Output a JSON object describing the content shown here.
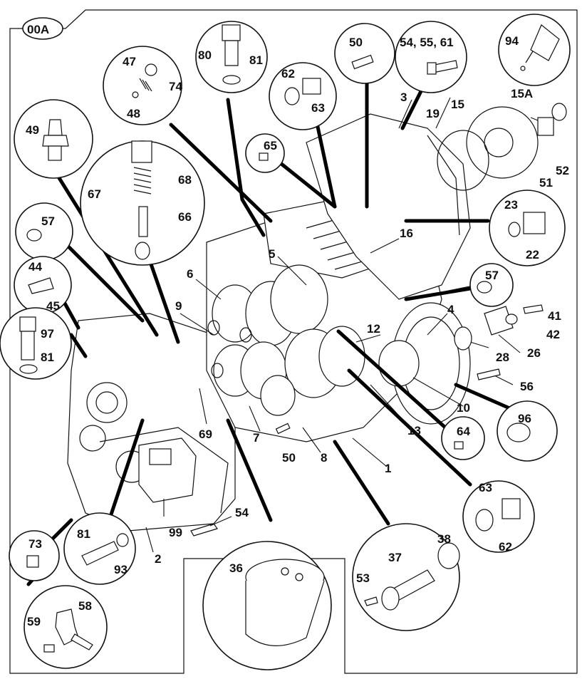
{
  "diagram_id": "00A",
  "callouts": [
    {
      "id": "80",
      "text": "80"
    },
    {
      "id": "81a",
      "text": "81"
    },
    {
      "id": "47",
      "text": "47"
    },
    {
      "id": "74",
      "text": "74"
    },
    {
      "id": "48",
      "text": "48"
    },
    {
      "id": "50a",
      "text": "50"
    },
    {
      "id": "54top",
      "text": "54, 55, 61"
    },
    {
      "id": "94",
      "text": "94"
    },
    {
      "id": "62a",
      "text": "62"
    },
    {
      "id": "63a",
      "text": "63"
    },
    {
      "id": "3",
      "text": "3"
    },
    {
      "id": "15",
      "text": "15"
    },
    {
      "id": "15A",
      "text": "15A"
    },
    {
      "id": "19",
      "text": "19"
    },
    {
      "id": "49",
      "text": "49"
    },
    {
      "id": "68",
      "text": "68"
    },
    {
      "id": "67",
      "text": "67"
    },
    {
      "id": "66",
      "text": "66"
    },
    {
      "id": "65",
      "text": "65"
    },
    {
      "id": "51",
      "text": "51"
    },
    {
      "id": "52",
      "text": "52"
    },
    {
      "id": "23",
      "text": "23"
    },
    {
      "id": "22",
      "text": "22"
    },
    {
      "id": "57a",
      "text": "57"
    },
    {
      "id": "16",
      "text": "16"
    },
    {
      "id": "5",
      "text": "5"
    },
    {
      "id": "44",
      "text": "44"
    },
    {
      "id": "45",
      "text": "45"
    },
    {
      "id": "6",
      "text": "6"
    },
    {
      "id": "57b",
      "text": "57"
    },
    {
      "id": "4",
      "text": "4"
    },
    {
      "id": "41",
      "text": "41"
    },
    {
      "id": "42",
      "text": "42"
    },
    {
      "id": "9",
      "text": "9"
    },
    {
      "id": "97",
      "text": "97"
    },
    {
      "id": "12",
      "text": "12"
    },
    {
      "id": "81b",
      "text": "81"
    },
    {
      "id": "28",
      "text": "28"
    },
    {
      "id": "26",
      "text": "26"
    },
    {
      "id": "56",
      "text": "56"
    },
    {
      "id": "10",
      "text": "10"
    },
    {
      "id": "96",
      "text": "96"
    },
    {
      "id": "69",
      "text": "69"
    },
    {
      "id": "7",
      "text": "7"
    },
    {
      "id": "13",
      "text": "13"
    },
    {
      "id": "64",
      "text": "64"
    },
    {
      "id": "50b",
      "text": "50"
    },
    {
      "id": "8",
      "text": "8"
    },
    {
      "id": "1",
      "text": "1"
    },
    {
      "id": "63b",
      "text": "63"
    },
    {
      "id": "54b",
      "text": "54"
    },
    {
      "id": "99",
      "text": "99"
    },
    {
      "id": "62b",
      "text": "62"
    },
    {
      "id": "73",
      "text": "73"
    },
    {
      "id": "81c",
      "text": "81"
    },
    {
      "id": "38",
      "text": "38"
    },
    {
      "id": "2",
      "text": "2"
    },
    {
      "id": "93",
      "text": "93"
    },
    {
      "id": "37",
      "text": "37"
    },
    {
      "id": "36",
      "text": "36"
    },
    {
      "id": "53",
      "text": "53"
    },
    {
      "id": "58",
      "text": "58"
    },
    {
      "id": "59",
      "text": "59"
    }
  ]
}
